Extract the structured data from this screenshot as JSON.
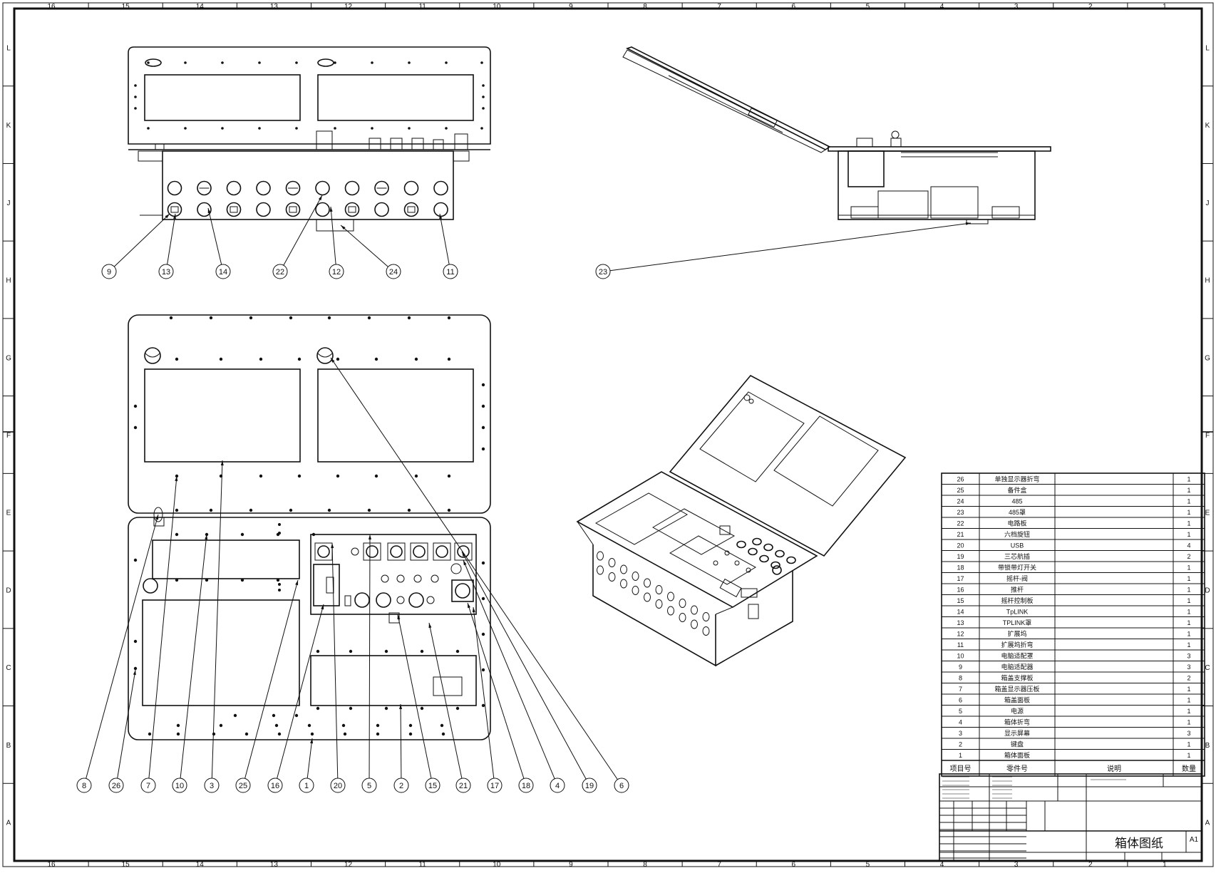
{
  "border": {
    "columns": [
      "16",
      "15",
      "14",
      "13",
      "12",
      "11",
      "10",
      "9",
      "8",
      "7",
      "6",
      "5",
      "4",
      "3",
      "2",
      "1"
    ],
    "rows": [
      "L",
      "K",
      "J",
      "H",
      "G",
      "F",
      "E",
      "D",
      "C",
      "B",
      "A"
    ]
  },
  "balloons": {
    "top_view": [
      "9",
      "13",
      "14",
      "22",
      "12",
      "24",
      "11"
    ],
    "side_view": [
      "23"
    ],
    "plan_view": [
      "8",
      "26",
      "7",
      "10",
      "3",
      "25",
      "16",
      "1",
      "20",
      "5",
      "2",
      "15",
      "21",
      "17",
      "18",
      "4",
      "19",
      "6"
    ]
  },
  "bom": {
    "header": {
      "item": "项目号",
      "part": "零件号",
      "desc": "说明",
      "qty": "数量"
    },
    "rows": [
      {
        "item": "26",
        "part": "单独显示器折弯",
        "qty": "1"
      },
      {
        "item": "25",
        "part": "备件盒",
        "qty": "1"
      },
      {
        "item": "24",
        "part": "485",
        "qty": "1"
      },
      {
        "item": "23",
        "part": "485罩",
        "qty": "1"
      },
      {
        "item": "22",
        "part": "电路板",
        "qty": "1"
      },
      {
        "item": "21",
        "part": "六档旋钮",
        "qty": "1"
      },
      {
        "item": "20",
        "part": "USB",
        "qty": "4"
      },
      {
        "item": "19",
        "part": "三芯航插",
        "qty": "2"
      },
      {
        "item": "18",
        "part": "带锁带灯开关",
        "qty": "1"
      },
      {
        "item": "17",
        "part": "摇杆-阀",
        "qty": "1"
      },
      {
        "item": "16",
        "part": "推杆",
        "qty": "1"
      },
      {
        "item": "15",
        "part": "摇杆控制板",
        "qty": "1"
      },
      {
        "item": "14",
        "part": "TpLINK",
        "qty": "1"
      },
      {
        "item": "13",
        "part": "TPLINK罩",
        "qty": "1"
      },
      {
        "item": "12",
        "part": "扩展坞",
        "qty": "1"
      },
      {
        "item": "11",
        "part": "扩展坞折弯",
        "qty": "1"
      },
      {
        "item": "10",
        "part": "电脑适配罩",
        "qty": "3"
      },
      {
        "item": "9",
        "part": "电脑适配器",
        "qty": "3"
      },
      {
        "item": "8",
        "part": "箱盖支撑板",
        "qty": "2"
      },
      {
        "item": "7",
        "part": "箱盖显示器压板",
        "qty": "1"
      },
      {
        "item": "6",
        "part": "箱盖面板",
        "qty": "1"
      },
      {
        "item": "5",
        "part": "电源",
        "qty": "1"
      },
      {
        "item": "4",
        "part": "箱体折弯",
        "qty": "1"
      },
      {
        "item": "3",
        "part": "显示屏幕",
        "qty": "3"
      },
      {
        "item": "2",
        "part": "键盘",
        "qty": "1"
      },
      {
        "item": "1",
        "part": "箱体面板",
        "qty": "1"
      }
    ]
  },
  "title_block": {
    "title": "箱体图纸",
    "size": "A1"
  }
}
